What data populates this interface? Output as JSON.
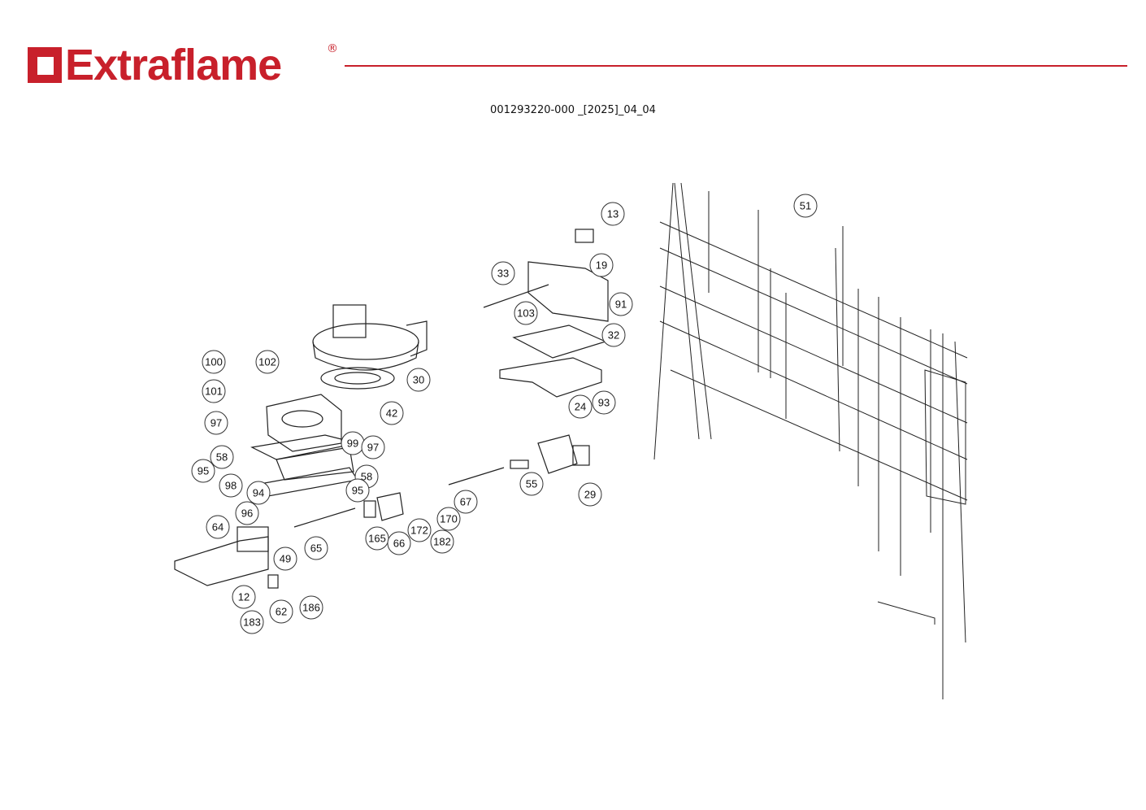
{
  "header": {
    "brand": "Extraflame",
    "registered_mark": "®",
    "document_code": "001293220-000 _[2025]_04_04"
  },
  "brand_color": "#c8202b",
  "callouts": [
    "13",
    "19",
    "33",
    "103",
    "91",
    "32",
    "30",
    "42",
    "24",
    "93",
    "100",
    "102",
    "101",
    "97",
    "99",
    "97",
    "58",
    "58",
    "95",
    "95",
    "98",
    "94",
    "96",
    "55",
    "29",
    "67",
    "170",
    "172",
    "182",
    "165",
    "66",
    "65",
    "64",
    "49",
    "12",
    "62",
    "186",
    "183",
    "51"
  ]
}
